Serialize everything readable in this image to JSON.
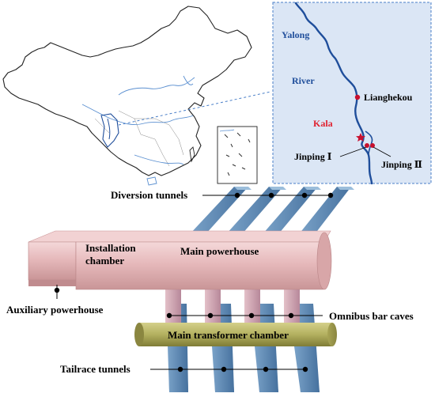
{
  "map": {
    "inset_labels": {
      "river_name_1": "Yalong",
      "river_name_2": "River",
      "site_lianghekou": "Lianghekou",
      "site_kala": "Kala",
      "site_jinping1": "Jinping Ⅰ",
      "site_jinping2": "Jinping Ⅱ"
    }
  },
  "labels": {
    "diversion_tunnels": "Diversion tunnels",
    "installation_chamber_line1": "Installation",
    "installation_chamber_line2": "chamber",
    "main_powerhouse": "Main powerhouse",
    "auxiliary_powerhouse": "Auxiliary powerhouse",
    "omnibus_bar_caves": "Omnibus bar caves",
    "main_transformer_chamber": "Main transformer chamber",
    "tailrace_tunnels": "Tailrace tunnels"
  },
  "colors": {
    "river": "#1f4e9b",
    "inset_bg": "#dbe6f5",
    "inset_border": "#4a7fc8",
    "site_dot": "#c8102e",
    "kala_text": "#e0202e",
    "powerhouse": "#e4b6b8",
    "powerhouse_top": "#f2d2d3",
    "transformer": "#b3b05f",
    "tunnel": "#4f7fb0",
    "tunnel_light": "#7ea6cc",
    "bus_cave": "#d4a9b5"
  }
}
